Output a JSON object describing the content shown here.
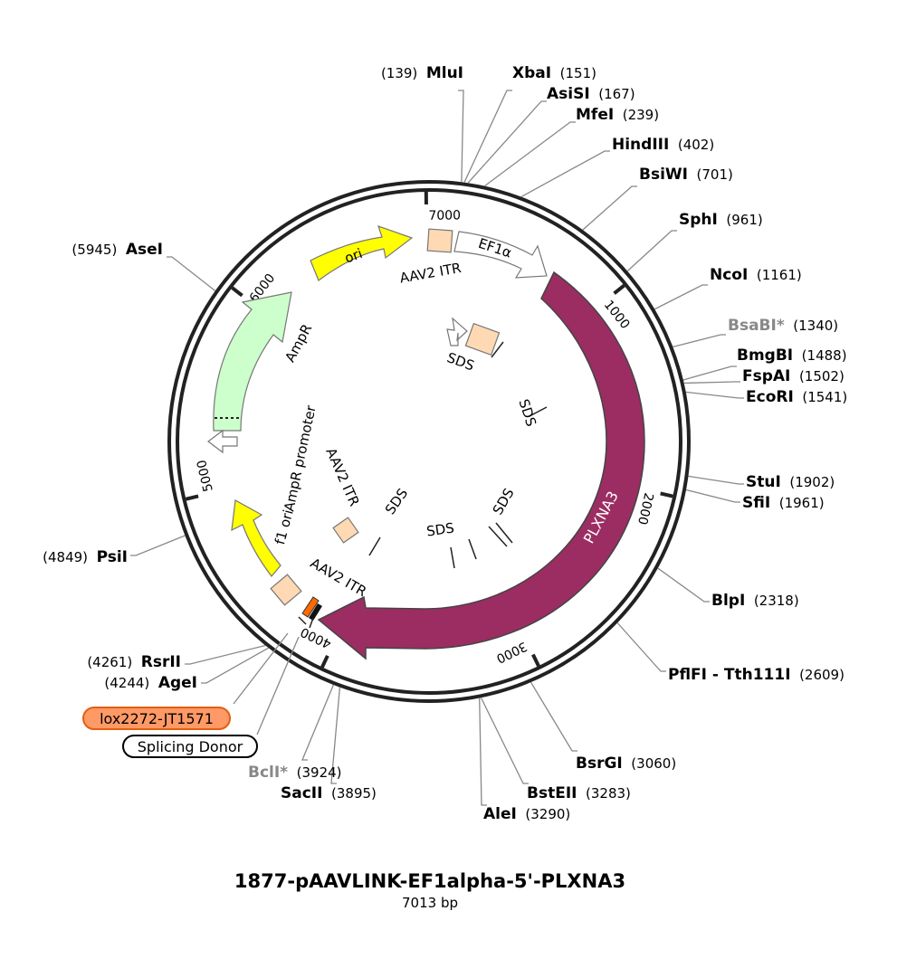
{
  "plasmid": {
    "name": "1877-pAAVLINK-EF1alpha-5'-PLXNA3",
    "size_label": "7013 bp",
    "length_bp": 7013
  },
  "colors": {
    "backbone": "#222222",
    "ori": "#ffff00",
    "itr": "#ffd9b3",
    "ampr": "#ccffcc",
    "plxna3": "#9b2d62",
    "lox": "#ff9966",
    "lox_border": "#e06010"
  },
  "ticks": [
    {
      "label": "1000"
    },
    {
      "label": "2000"
    },
    {
      "label": "3000"
    },
    {
      "label": "4000"
    },
    {
      "label": "5000"
    },
    {
      "label": "6000"
    },
    {
      "label": "7000"
    }
  ],
  "sites": [
    {
      "name": "MluI",
      "pos": "(139)"
    },
    {
      "name": "XbaI",
      "pos": "(151)"
    },
    {
      "name": "AsiSI",
      "pos": "(167)"
    },
    {
      "name": "MfeI",
      "pos": "(239)"
    },
    {
      "name": "HindIII",
      "pos": "(402)"
    },
    {
      "name": "BsiWI",
      "pos": "(701)"
    },
    {
      "name": "SphI",
      "pos": "(961)"
    },
    {
      "name": "NcoI",
      "pos": "(1161)"
    },
    {
      "name": "BsaBI*",
      "pos": "(1340)"
    },
    {
      "name": "BmgBI",
      "pos": "(1488)"
    },
    {
      "name": "FspAI",
      "pos": "(1502)"
    },
    {
      "name": "EcoRI",
      "pos": "(1541)"
    },
    {
      "name": "StuI",
      "pos": "(1902)"
    },
    {
      "name": "SfiI",
      "pos": "(1961)"
    },
    {
      "name": "BlpI",
      "pos": "(2318)"
    },
    {
      "name": "PflFI - Tth111I",
      "pos": "(2609)"
    },
    {
      "name": "BsrGI",
      "pos": "(3060)"
    },
    {
      "name": "BstEII",
      "pos": "(3283)"
    },
    {
      "name": "AleI",
      "pos": "(3290)"
    },
    {
      "name": "SacII",
      "pos": "(3895)"
    },
    {
      "name": "BclI*",
      "pos": "(3924)"
    },
    {
      "name": "AgeI",
      "pos": "(4244)"
    },
    {
      "name": "RsrII",
      "pos": "(4261)"
    },
    {
      "name": "PsiI",
      "pos": "(4849)"
    },
    {
      "name": "AseI",
      "pos": "(5945)"
    }
  ],
  "features": {
    "ori": "ori",
    "ef1a": "EF1α",
    "aav2_itr_top": "AAV2 ITR",
    "plxna3": "PLXNA3",
    "ampr": "AmpR",
    "ampr_promoter": "AmpR promoter",
    "f1_ori": "f1 ori",
    "aav2_itr_bottom": "AAV2 ITR",
    "aav2_itr_inner": "AAV2 ITR",
    "sds": "SDS"
  },
  "boxed_features": {
    "lox": "lox2272-JT1571",
    "splicing_donor": "Splicing Donor"
  }
}
